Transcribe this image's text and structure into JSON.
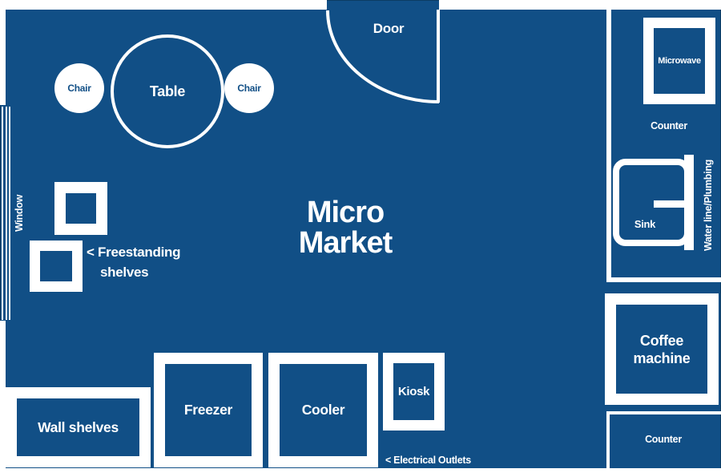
{
  "colors": {
    "background": "#114f86",
    "wall": "#ffffff"
  },
  "room": {
    "title_line1": "Micro",
    "title_line2": "Market"
  },
  "door": {
    "label": "Door"
  },
  "window": {
    "label": "Window"
  },
  "seating": {
    "table": "Table",
    "chair_left": "Chair",
    "chair_right": "Chair"
  },
  "freestanding_shelves": {
    "label_line1": "< Freestanding",
    "label_line2": "shelves"
  },
  "bottom_fixtures": {
    "wall_shelves": "Wall shelves",
    "freezer": "Freezer",
    "cooler": "Cooler",
    "kiosk": "Kiosk",
    "electrical_outlets": "< Electrical Outlets"
  },
  "kitchen_area": {
    "microwave": "Microwave",
    "counter_upper": "Counter",
    "sink": "Sink",
    "water_line": "Water line/Plumbing",
    "coffee_line1": "Coffee",
    "coffee_line2": "machine",
    "counter_lower": "Counter"
  }
}
